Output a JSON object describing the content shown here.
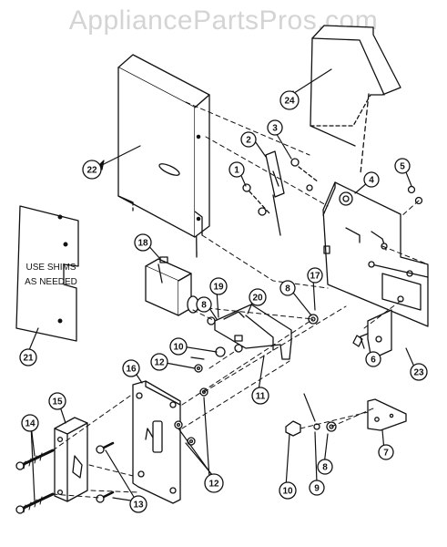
{
  "watermark": "AppliancePartsPros.com",
  "shim_note": {
    "line1": "USE SHIMS",
    "line2": "AS NEEDED"
  },
  "callouts": {
    "c1": "1",
    "c2": "2",
    "c3": "3",
    "c4": "4",
    "c5": "5",
    "c6": "6",
    "c7": "7",
    "c8a": "8",
    "c8b": "8",
    "c8c": "8",
    "c9": "9",
    "c10a": "10",
    "c10b": "10",
    "c11": "11",
    "c12a": "12",
    "c12b": "12",
    "c13": "13",
    "c14": "14",
    "c15": "15",
    "c16": "16",
    "c17": "17",
    "c18": "18",
    "c19": "19",
    "c20": "20",
    "c21": "21",
    "c22": "22",
    "c23": "23",
    "c24": "24"
  }
}
